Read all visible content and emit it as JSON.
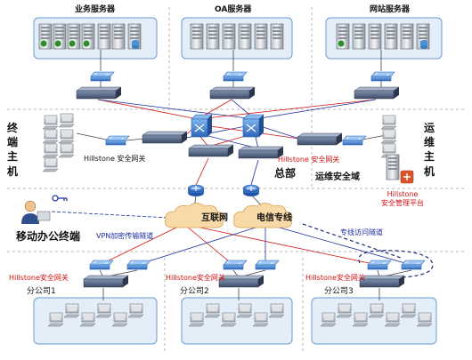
{
  "server_groups": [
    {
      "label": "业务服务器"
    },
    {
      "label": "OA服务器"
    },
    {
      "label": "网站服务器"
    }
  ],
  "headquarters": {
    "label": "总部",
    "terminal_hosts_label": "终端主机",
    "ops_hosts_label": "运维主机",
    "gateway_label": "Hillstone  安全网关",
    "gateway_label_right": "Hillstone 安全网关",
    "ops_domain_label": "运维安全域",
    "mgmt_platform_label": "Hillstone\n安全管理平台"
  },
  "clouds": [
    {
      "label": "互联网"
    },
    {
      "label": "电信专线"
    }
  ],
  "mobile": {
    "label": "移动办公终端",
    "vpn_label": "VPN加密传输隧道"
  },
  "dedicated_tunnel_label": "专线访问隧道",
  "branches": [
    {
      "name": "分公司1",
      "gateway_label": "Hillstone安全网关"
    },
    {
      "name": "分公司2",
      "gateway_label": "Hillstone安全网关"
    },
    {
      "name": "分公司3",
      "gateway_label": "Hillstone安全网关"
    }
  ],
  "colors": {
    "red_link": "#d21010",
    "blue_link": "#1a2e9c",
    "box_fill": "#e4eef9",
    "box_stroke": "#6a9ad0",
    "cloud_fill": "#f8d9a8",
    "firewall": "#586a8a",
    "switch": "#3f7fd0",
    "router": "#2f6fc8"
  }
}
